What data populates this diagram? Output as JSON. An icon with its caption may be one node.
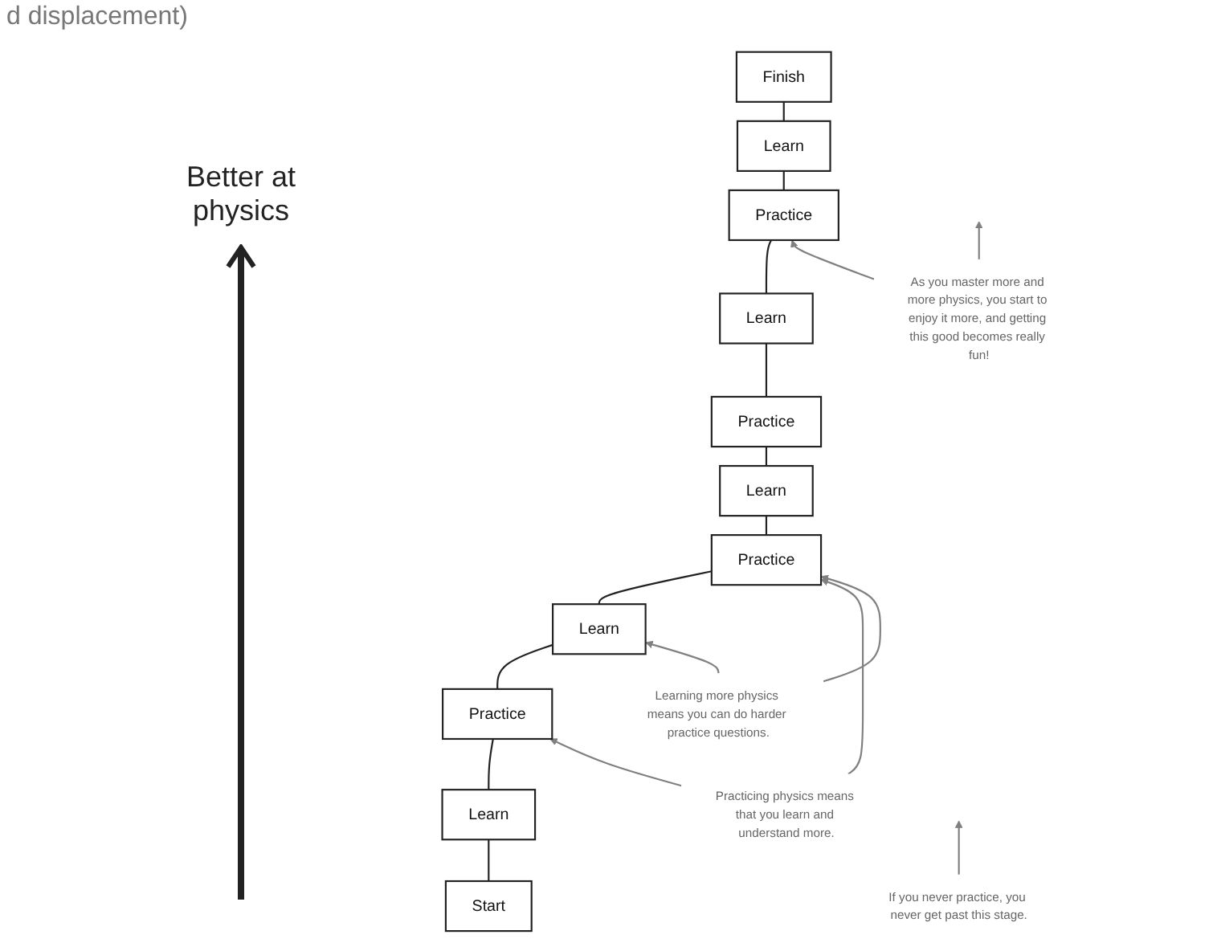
{
  "diagram": {
    "nodes": [
      {
        "text": [
          "Finish"
        ]
      },
      {
        "text": [
          "Learn"
        ]
      },
      {
        "text": [
          "Practice"
        ]
      },
      {
        "text": [
          "Learn"
        ]
      },
      {
        "text": [
          "Practice"
        ]
      },
      {
        "text": [
          "Learn"
        ]
      },
      {
        "text": [
          "Practice"
        ]
      },
      {
        "text": [
          "Learn"
        ]
      },
      {
        "text": [
          "Practice"
        ]
      },
      {
        "text": [
          "Learn"
        ]
      },
      {
        "text": [
          "Start"
        ]
      },
      {
        "text": [
          "As you master more and more physics, you start to enjoy it more, and getting this good becomes really fun!"
        ]
      },
      {
        "text": [
          "If you never practice, you never get past this stage."
        ]
      },
      {
        "text": [
          "Practicing physics means that you learn and understand more."
        ]
      },
      {
        "text": [
          "Learning more physics means you can do harder practice questions."
        ]
      }
    ],
    "edges": [
      {
        "from": 10,
        "to": 9,
        "arrow": "none"
      },
      {
        "from": 9,
        "to": 8,
        "arrow": "none"
      },
      {
        "from": 8,
        "to": 7,
        "arrow": "none"
      },
      {
        "from": 7,
        "to": 6,
        "arrow": "none"
      },
      {
        "from": 6,
        "to": 5,
        "arrow": "none"
      },
      {
        "from": 5,
        "to": 4,
        "arrow": "none"
      },
      {
        "from": 4,
        "to": 3,
        "arrow": "none"
      },
      {
        "from": 3,
        "to": 2,
        "arrow": "none"
      },
      {
        "from": 2,
        "to": 1,
        "arrow": "none"
      },
      {
        "from": 1,
        "to": 0,
        "arrow": "none"
      },
      {
        "from": 11,
        "to": 2,
        "arrow": "to",
        "color": "#808080"
      },
      {
        "from": 11,
        "to": null,
        "arrow": "to",
        "color": "#808080"
      },
      {
        "from": 12,
        "to": null,
        "arrow": "to",
        "color": "#808080"
      },
      {
        "from": 13,
        "to": 6,
        "arrow": "to",
        "color": "#808080"
      },
      {
        "from": 13,
        "to": 8,
        "arrow": "to",
        "color": "#808080"
      },
      {
        "from": 14,
        "to": 7,
        "arrow": "to",
        "color": "#808080"
      },
      {
        "from": 14,
        "to": 6,
        "arrow": "to",
        "color": "#808080"
      }
    ],
    "labels": [
      "d displacement)",
      "Better at physics"
    ]
  }
}
